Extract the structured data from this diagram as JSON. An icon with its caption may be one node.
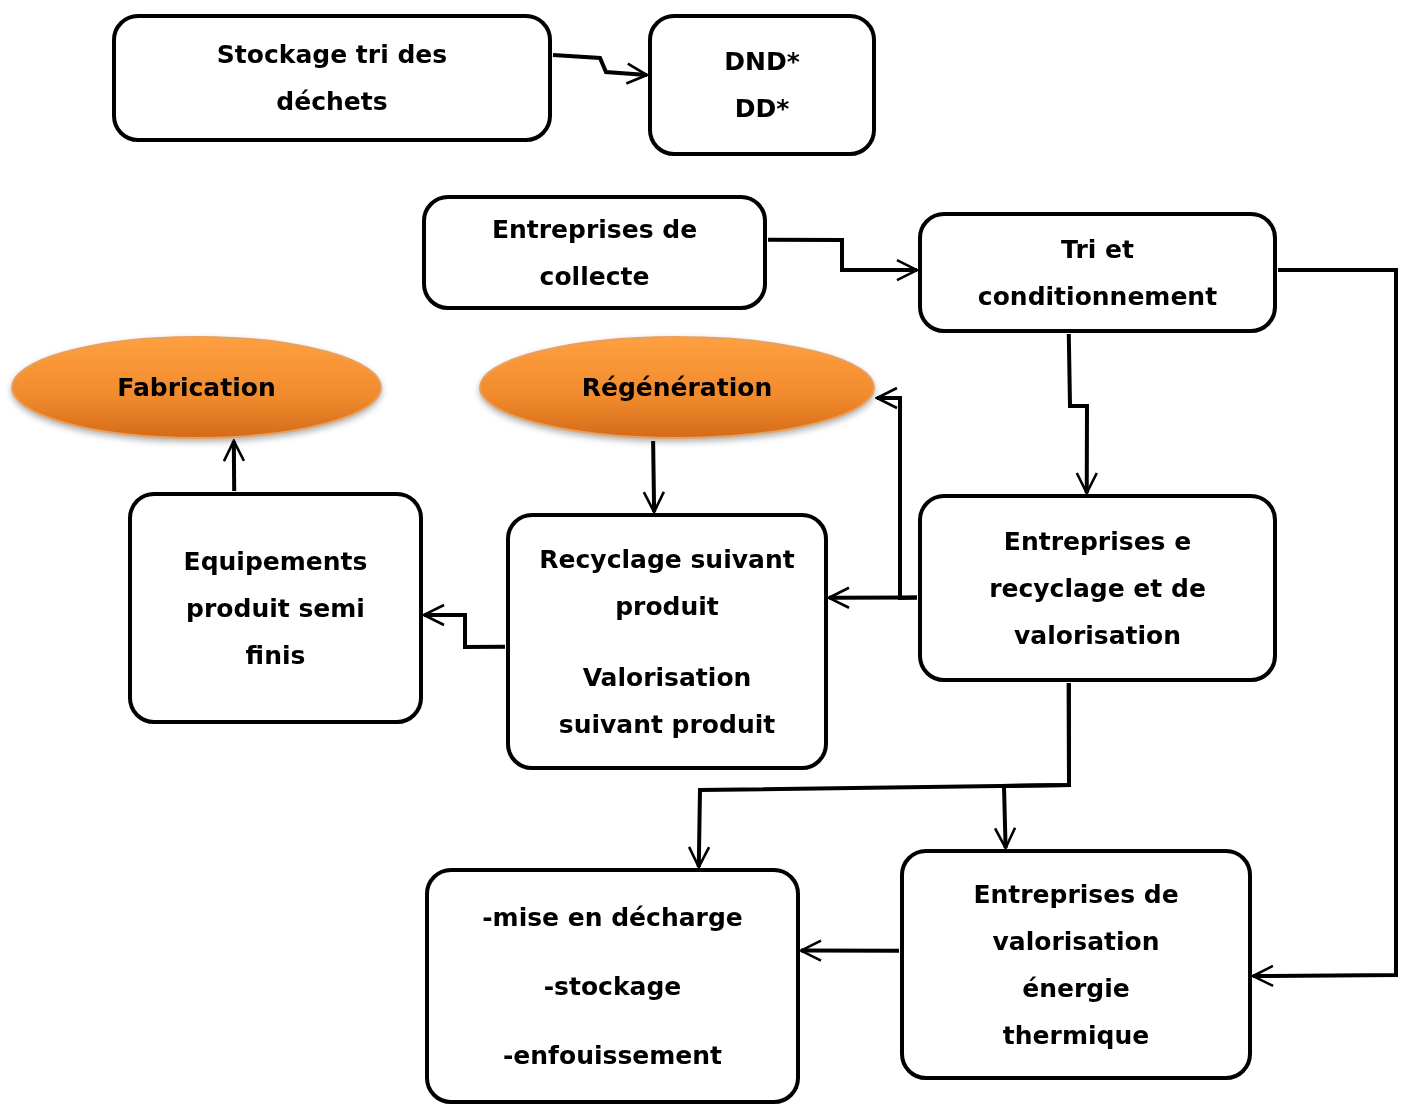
{
  "diagram": {
    "nodes": [
      {
        "text": [
          "Stockage tri des déchets"
        ]
      },
      {
        "text": [
          "DND*",
          "DD*"
        ]
      },
      {
        "text": [
          "Entreprises de collecte"
        ]
      },
      {
        "text": [
          "Tri et conditionnement"
        ]
      },
      {
        "text": [
          "Fabrication"
        ]
      },
      {
        "text": [
          "Régénération"
        ]
      },
      {
        "text": [
          "Equipements produit semi finis"
        ]
      },
      {
        "text": [
          "Recyclage suivant produit",
          "Valorisation suivant produit"
        ]
      },
      {
        "text": [
          "Entreprises e recyclage et de valorisation"
        ]
      },
      {
        "text": [
          "-mise en décharge",
          "-stockage",
          "-enfouissement"
        ]
      },
      {
        "text": [
          "Entreprises de valorisation énergie thermique"
        ]
      }
    ],
    "edges": [
      {
        "from": 0,
        "to": 1,
        "arrow": "to"
      },
      {
        "from": 2,
        "to": 3,
        "arrow": "to"
      },
      {
        "from": 3,
        "to": 8,
        "arrow": "to"
      },
      {
        "from": 3,
        "to": 10,
        "arrow": "to"
      },
      {
        "from": 5,
        "to": 7,
        "arrow": "to"
      },
      {
        "from": 8,
        "to": 7,
        "arrow": "to"
      },
      {
        "from": 8,
        "to": 5,
        "arrow": "to"
      },
      {
        "from": 7,
        "to": 6,
        "arrow": "to"
      },
      {
        "from": 6,
        "to": 4,
        "arrow": "to"
      },
      {
        "from": 8,
        "to": 9,
        "arrow": "to"
      },
      {
        "from": 8,
        "to": 10,
        "arrow": "to"
      },
      {
        "from": 10,
        "to": 9,
        "arrow": "to"
      }
    ]
  }
}
